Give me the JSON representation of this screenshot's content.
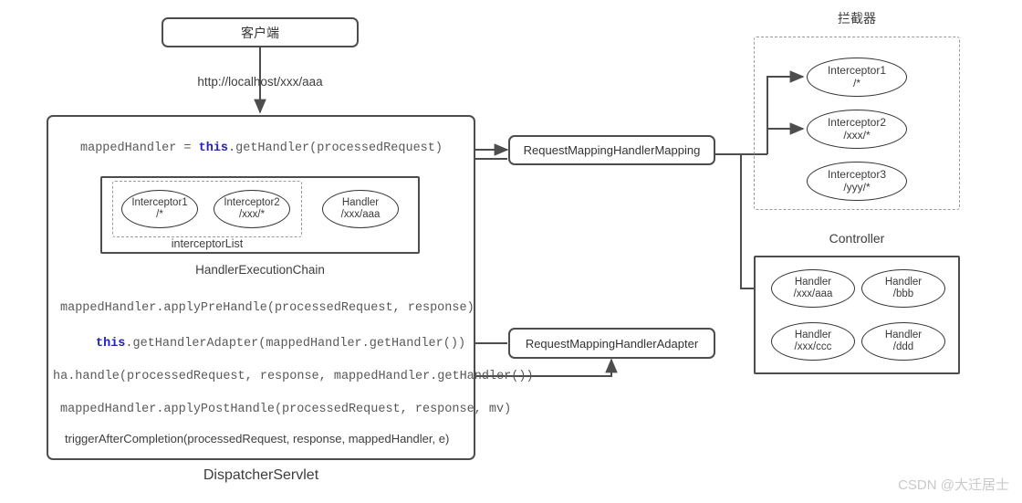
{
  "diagram": {
    "title_watermark": "CSDN @大迁居士",
    "client_box": {
      "label": "客户端"
    },
    "request_url": "http://localhost/xxx/aaa",
    "dispatcher": {
      "caption": "DispatcherServlet",
      "lines": [
        {
          "id": "get-handler",
          "pre": "mappedHandler = ",
          "kw": "this",
          "post": ".getHandler(processedRequest)"
        },
        {
          "id": "apply-pre-handle",
          "pre": "mappedHandler.applyPreHandle(processedRequest, response)",
          "kw": "",
          "post": ""
        },
        {
          "id": "get-handler-adapter",
          "pre": "",
          "kw": "this",
          "post": ".getHandlerAdapter(mappedHandler.getHandler())"
        },
        {
          "id": "ha-handle",
          "pre": "ha.handle(processedRequest, response, mappedHandler.getHandler())",
          "kw": "",
          "post": ""
        },
        {
          "id": "apply-post-handle",
          "pre": "mappedHandler.applyPostHandle(processedRequest, response, mv)",
          "kw": "",
          "post": ""
        },
        {
          "id": "trigger-after-completion",
          "pre": "triggerAfterCompletion(processedRequest, response, mappedHandler, e)",
          "kw": "",
          "post": ""
        }
      ]
    },
    "execution_chain": {
      "caption": "HandlerExecutionChain",
      "interceptor_list_label": "interceptorList",
      "interceptors": [
        {
          "name": "Interceptor1",
          "path": "/*"
        },
        {
          "name": "Interceptor2",
          "path": "/xxx/*"
        }
      ],
      "handler": {
        "name": "Handler",
        "path": "/xxx/aaa"
      }
    },
    "handler_mapping": {
      "label": "RequestMappingHandlerMapping"
    },
    "handler_adapter": {
      "label": "RequestMappingHandlerAdapter"
    },
    "interceptor_group": {
      "caption": "拦截器",
      "items": [
        {
          "name": "Interceptor1",
          "path": "/*"
        },
        {
          "name": "Interceptor2",
          "path": "/xxx/*"
        },
        {
          "name": "Interceptor3",
          "path": "/yyy/*"
        }
      ]
    },
    "controller_group": {
      "caption": "Controller",
      "items": [
        {
          "name": "Handler",
          "path": "/xxx/aaa"
        },
        {
          "name": "Handler",
          "path": "/bbb"
        },
        {
          "name": "Handler",
          "path": "/xxx/ccc"
        },
        {
          "name": "Handler",
          "path": "/ddd"
        }
      ]
    },
    "colors": {
      "stroke": "#4d4d4d",
      "node_stroke": "#333333",
      "dashed_stroke": "#9a9a9a",
      "code_text": "#585858",
      "keyword": "#2222bb",
      "watermark": "#c9c9c9",
      "background": "#ffffff"
    }
  }
}
